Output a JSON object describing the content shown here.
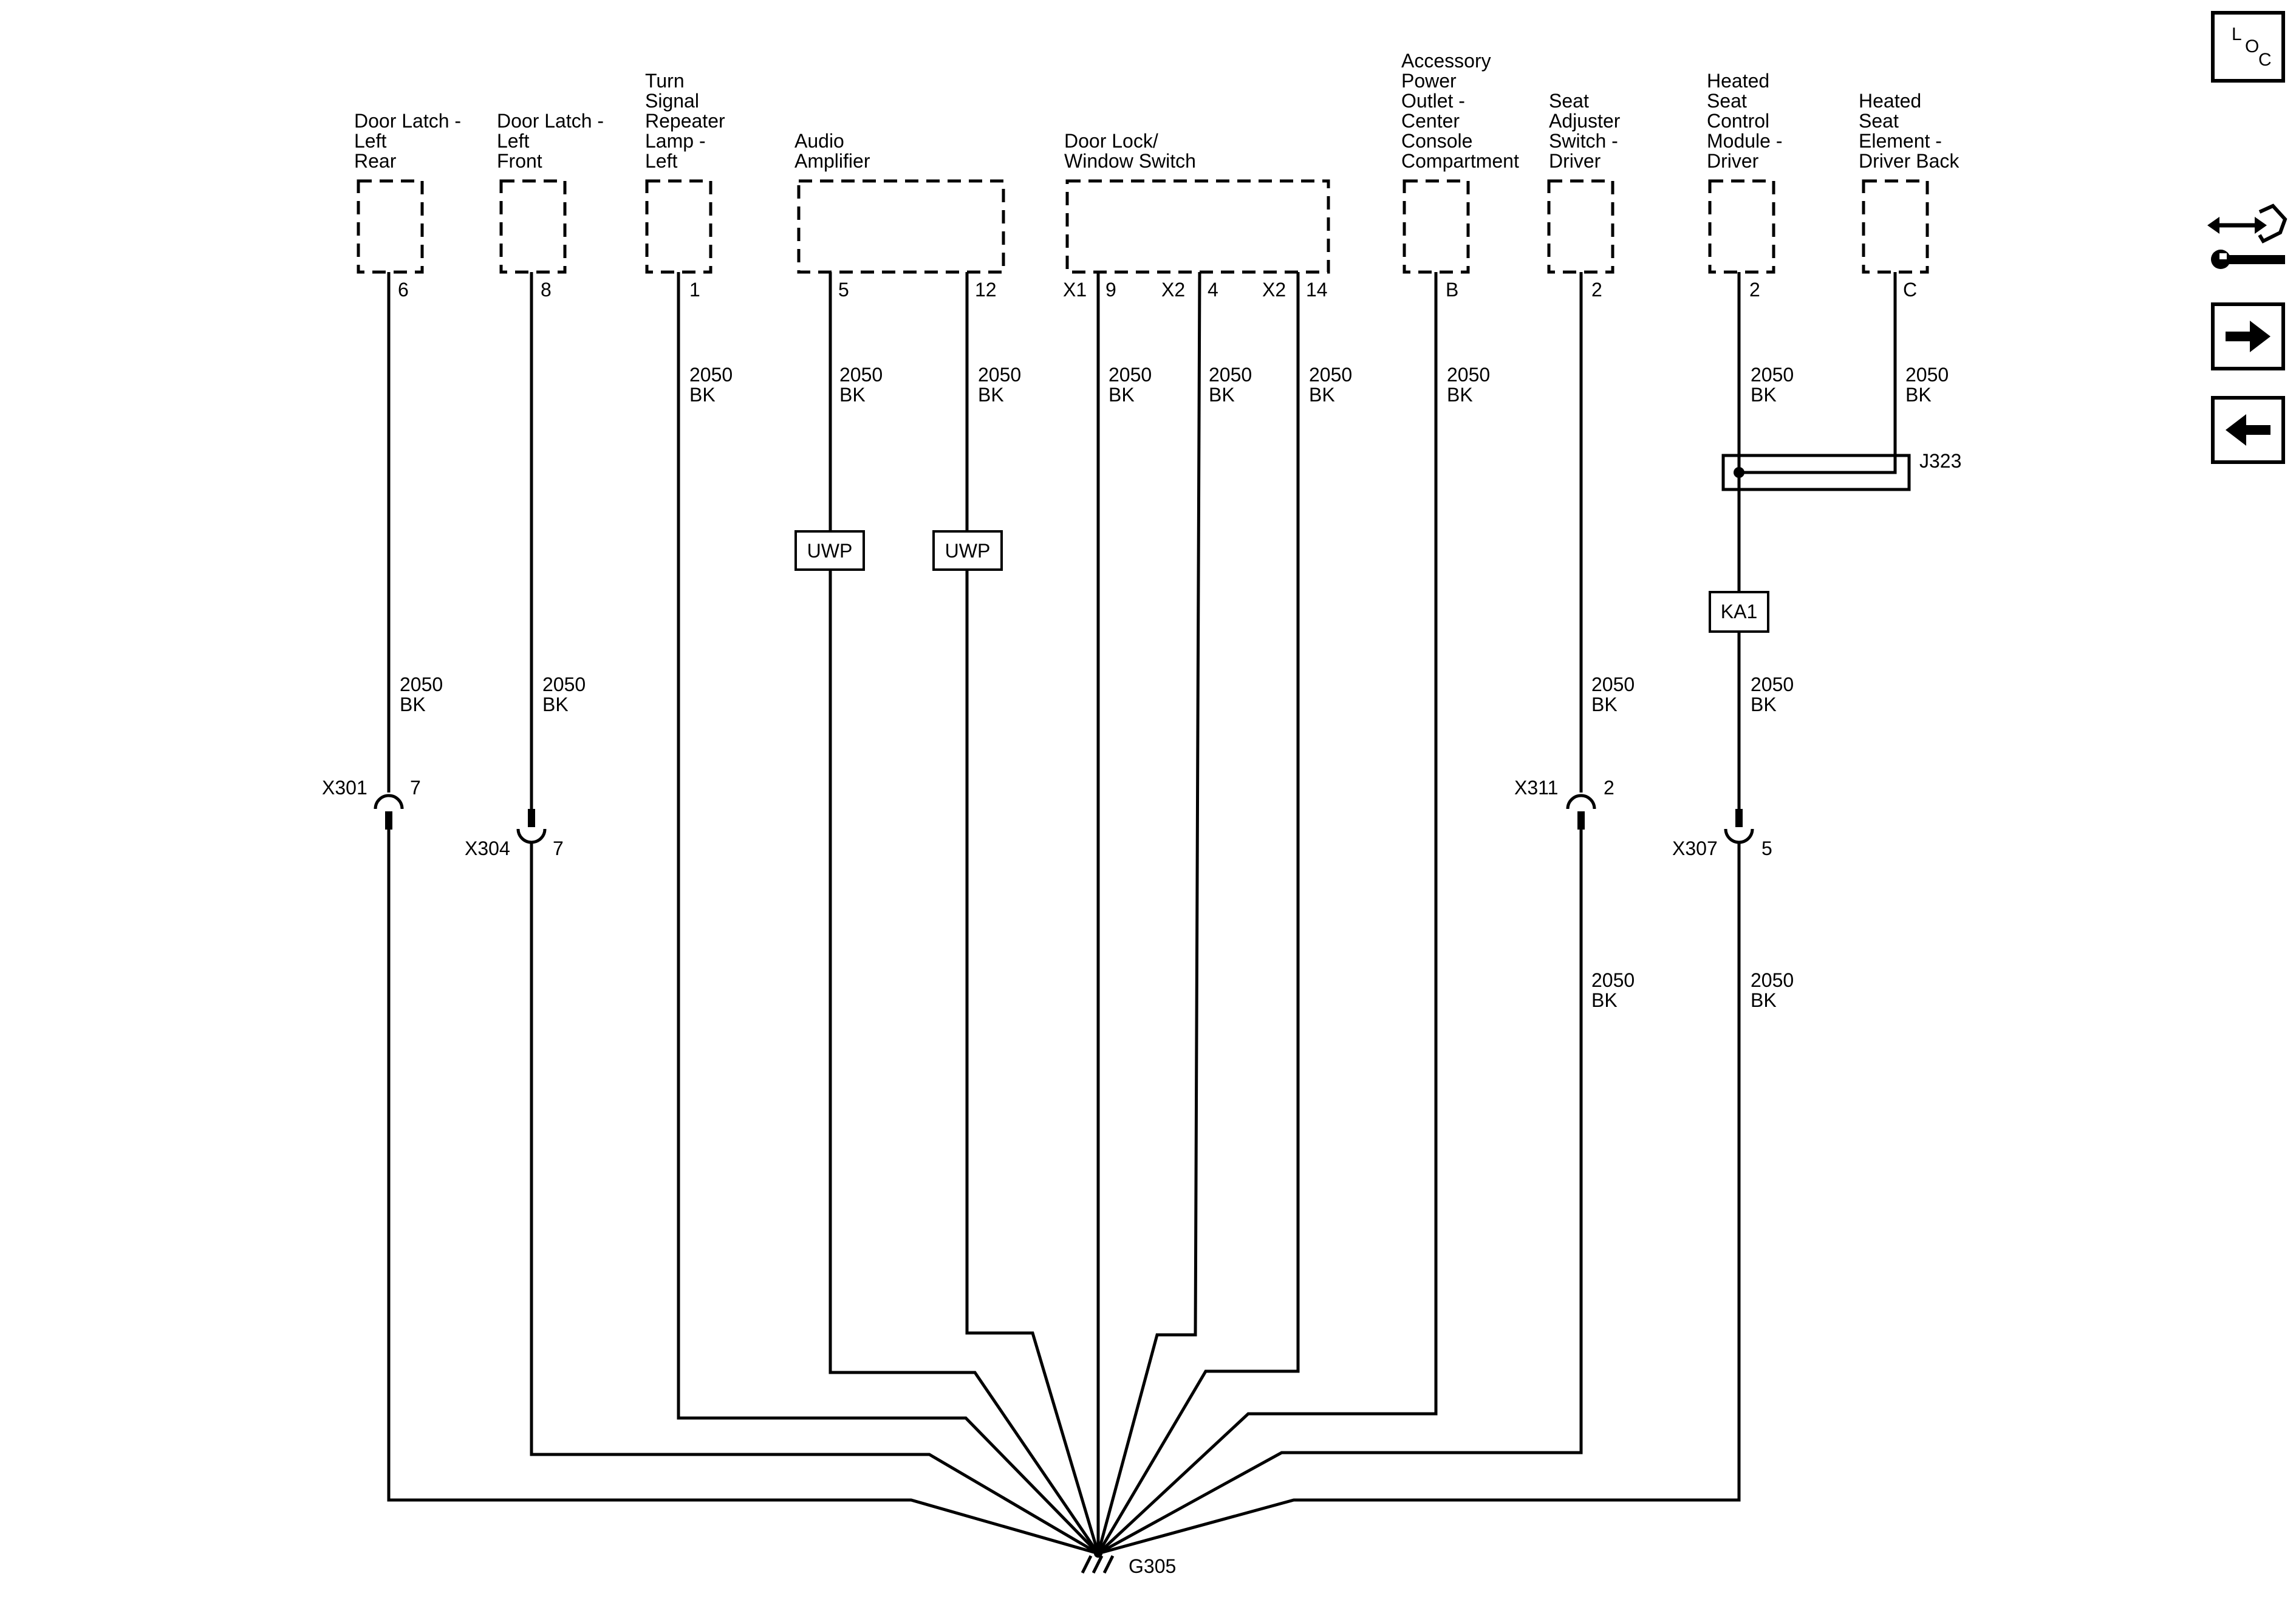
{
  "components": {
    "door_latch_lr": [
      "Door Latch -",
      "Left",
      "Rear"
    ],
    "door_latch_lf": [
      "Door Latch -",
      "Left",
      "Front"
    ],
    "turn_signal": [
      "Turn",
      "Signal",
      "Repeater",
      "Lamp -",
      "Left"
    ],
    "audio_amp": [
      "Audio",
      "Amplifier"
    ],
    "door_lock": [
      "Door Lock/",
      "Window Switch"
    ],
    "accessory_power": [
      "Accessory",
      "Power",
      "Outlet -",
      "Center",
      "Console",
      "Compartment"
    ],
    "seat_adjuster": [
      "Seat",
      "Adjuster",
      "Switch -",
      "Driver"
    ],
    "heated_seat_module": [
      "Heated",
      "Seat",
      "Control",
      "Module -",
      "Driver"
    ],
    "heated_seat_element": [
      "Heated",
      "Seat",
      "Element -",
      "Driver Back"
    ]
  },
  "pins": {
    "door_latch_lr": "6",
    "door_latch_lf": "8",
    "turn_signal": "1",
    "audio_amp_a": "5",
    "audio_amp_b": "12",
    "door_lock_x1": "X1",
    "door_lock_9": "9",
    "door_lock_x2a": "X2",
    "door_lock_4": "4",
    "door_lock_x2b": "X2",
    "door_lock_14": "14",
    "accessory_power": "B",
    "seat_adjuster": "2",
    "heated_seat_module": "2",
    "heated_seat_element": "C"
  },
  "wire": {
    "circuit": "2050",
    "color": "BK"
  },
  "inline_boxes": {
    "uwp": "UWP",
    "ka1": "KA1"
  },
  "splice": {
    "name": "J323"
  },
  "connectors": {
    "x301": {
      "name": "X301",
      "pin": "7"
    },
    "x304": {
      "name": "X304",
      "pin": "7"
    },
    "x311": {
      "name": "X311",
      "pin": "2"
    },
    "x307": {
      "name": "X307",
      "pin": "5"
    }
  },
  "ground": {
    "name": "G305"
  },
  "nav": {
    "loc": [
      "L",
      "O",
      "C"
    ],
    "icons": [
      "connector-wrench-icon",
      "arrow-right-icon",
      "arrow-left-icon"
    ]
  }
}
